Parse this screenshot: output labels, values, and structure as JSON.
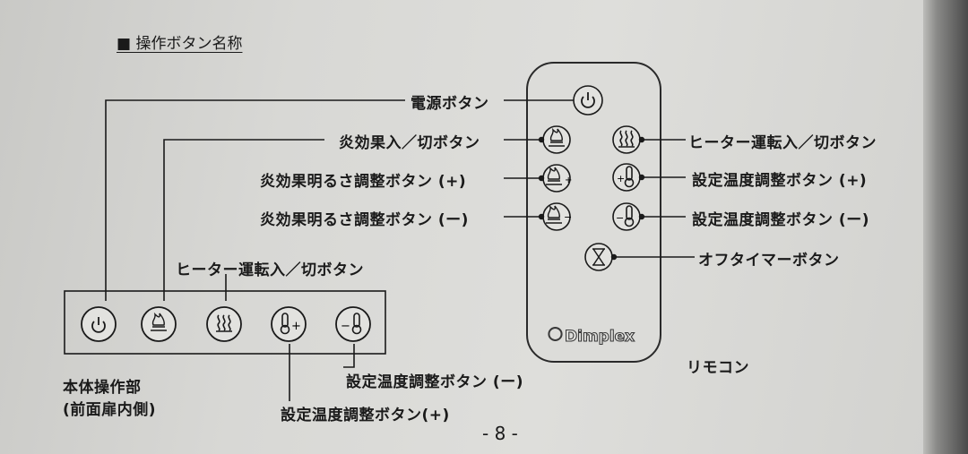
{
  "heading": "■ 操作ボタン名称",
  "remote": {
    "title": "リモコン",
    "brand": "Dimplex",
    "labels": {
      "power": "電源ボタン",
      "flame_toggle": "炎効果入／切ボタン",
      "flame_plus": "炎効果明るさ調整ボタン (+)",
      "flame_minus": "炎効果明るさ調整ボタン (ー)",
      "heater_toggle": "ヒーター運転入／切ボタン",
      "temp_plus": "設定温度調整ボタン (+)",
      "temp_minus": "設定温度調整ボタン (ー)",
      "timer": "オフタイマーボタン"
    }
  },
  "panel": {
    "title_line1": "本体操作部",
    "title_line2": "(前面扉内側)",
    "labels": {
      "heater_toggle": "ヒーター運転入／切ボタン",
      "temp_minus": "設定温度調整ボタン (ー)",
      "temp_plus": "設定温度調整ボタン(+)"
    }
  },
  "page_number": "- 8 -",
  "colors": {
    "ink": "#1a1a1a",
    "paper": "#d8d8d5"
  }
}
